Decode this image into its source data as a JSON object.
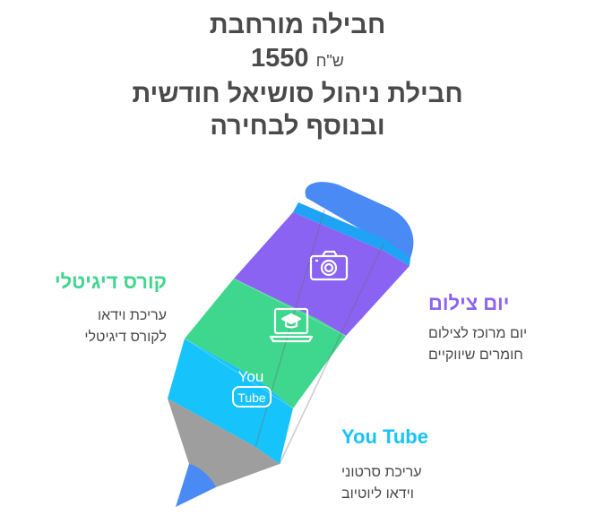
{
  "header": {
    "line1": "חבילה מורחבת",
    "price": "1550",
    "currency": "ש\"ח",
    "line3": "חבילת ניהול סושיאל חודשית",
    "line4": "ובנוסף לבחירה"
  },
  "segments": {
    "course": {
      "title": "קורס דיגיטלי",
      "line1": "עריכת וידאו",
      "line2": "לקורס דיגיטלי",
      "color": "#3fd68d",
      "icon": "laptop-graduation-icon"
    },
    "photo": {
      "title": "יום צילום",
      "line1": "יום מרוכז לצילום",
      "line2": "חומרים שיווקיים",
      "color": "#8a63f2",
      "icon": "camera-icon"
    },
    "youtube": {
      "title": "You Tube",
      "line1": "עריכת סרטוני",
      "line2": "וידאו ליוטיוב",
      "color": "#17c3fb",
      "icon": "youtube-icon",
      "icon_text_top": "You",
      "icon_text_bottom": "Tube"
    }
  },
  "colors": {
    "eraser": "#4a8af4",
    "wood": "#9e9e9e",
    "tip": "#4a8af4",
    "text": "#4a4a4a"
  }
}
